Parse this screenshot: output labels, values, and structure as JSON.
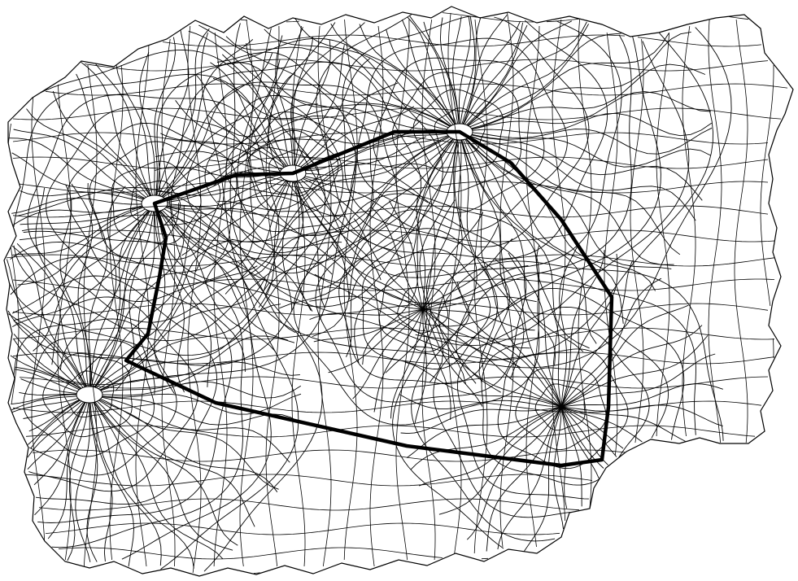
{
  "colors": {
    "background": "#ffffff",
    "mesh_line": "#000000",
    "path_line": "#000000"
  },
  "diagram": {
    "type": "curvilinear-mesh-with-highlighted-closed-path",
    "singular_node_count": 6,
    "highlighted_path_segments": 11,
    "text_labels": []
  }
}
